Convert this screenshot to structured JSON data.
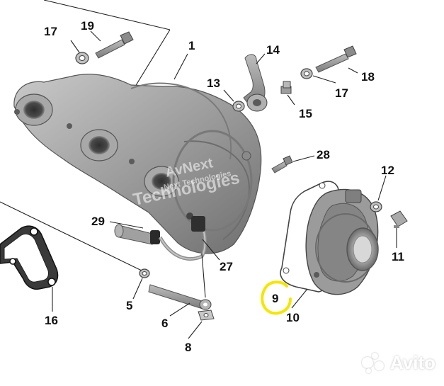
{
  "diagram": {
    "callouts": [
      "1",
      "5",
      "6",
      "8",
      "9",
      "10",
      "11",
      "12",
      "13",
      "14",
      "15",
      "16",
      "17",
      "17",
      "18",
      "19",
      "27",
      "28",
      "29"
    ],
    "watermark": {
      "line1": "AvNext",
      "line2": "Technologies",
      "line3": "Next Technologies"
    },
    "avito_brand": "Avito",
    "highlight_color": "#f5e600",
    "part_color": "#9a9a9a"
  }
}
